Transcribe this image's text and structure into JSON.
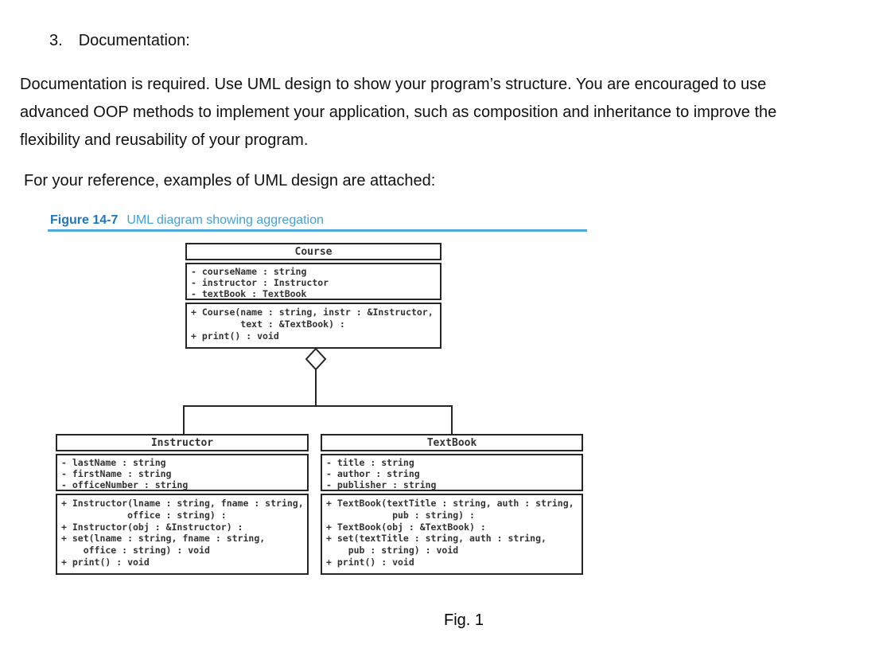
{
  "page": {
    "heading_number": "3.",
    "heading_title": "Documentation:",
    "paragraph": "Documentation is required. Use UML design to show your program’s structure. You are encouraged to use\nadvanced OOP methods to implement your application, such as composition and inheritance to improve the\nflexibility and reusability of your program.",
    "reference_line": "For your reference, examples of UML design are attached:",
    "fig_number": "Fig. 1"
  },
  "figure": {
    "label": "Figure 14-7",
    "title": "UML diagram showing aggregation",
    "label_color": "#1f76b9",
    "title_color": "#44a0d6",
    "rule_color": "#4fa8da",
    "relationship": "aggregation",
    "connector_icon": "open-diamond"
  },
  "uml": {
    "course": {
      "name": "Course",
      "attributes": [
        "- courseName : string",
        "- instructor : Instructor",
        "- textBook : TextBook"
      ],
      "methods": [
        "+ Course(name : string, instr : &Instructor,",
        "         text : &TextBook) :",
        "+ print() : void"
      ]
    },
    "instructor": {
      "name": "Instructor",
      "attributes": [
        "- lastName : string",
        "- firstName : string",
        "- officeNumber : string"
      ],
      "methods": [
        "+ Instructor(lname : string, fname : string,",
        "            office : string) :",
        "+ Instructor(obj : &Instructor) :",
        "+ set(lname : string, fname : string,",
        "    office : string) : void",
        "+ print() : void"
      ]
    },
    "textbook": {
      "name": "TextBook",
      "attributes": [
        "- title : string",
        "- author : string",
        "- publisher : string"
      ],
      "methods": [
        "+ TextBook(textTitle : string, auth : string,",
        "            pub : string) :",
        "+ TextBook(obj : &TextBook) :",
        "+ set(textTitle : string, auth : string,",
        "    pub : string) : void",
        "+ print() : void"
      ]
    }
  }
}
